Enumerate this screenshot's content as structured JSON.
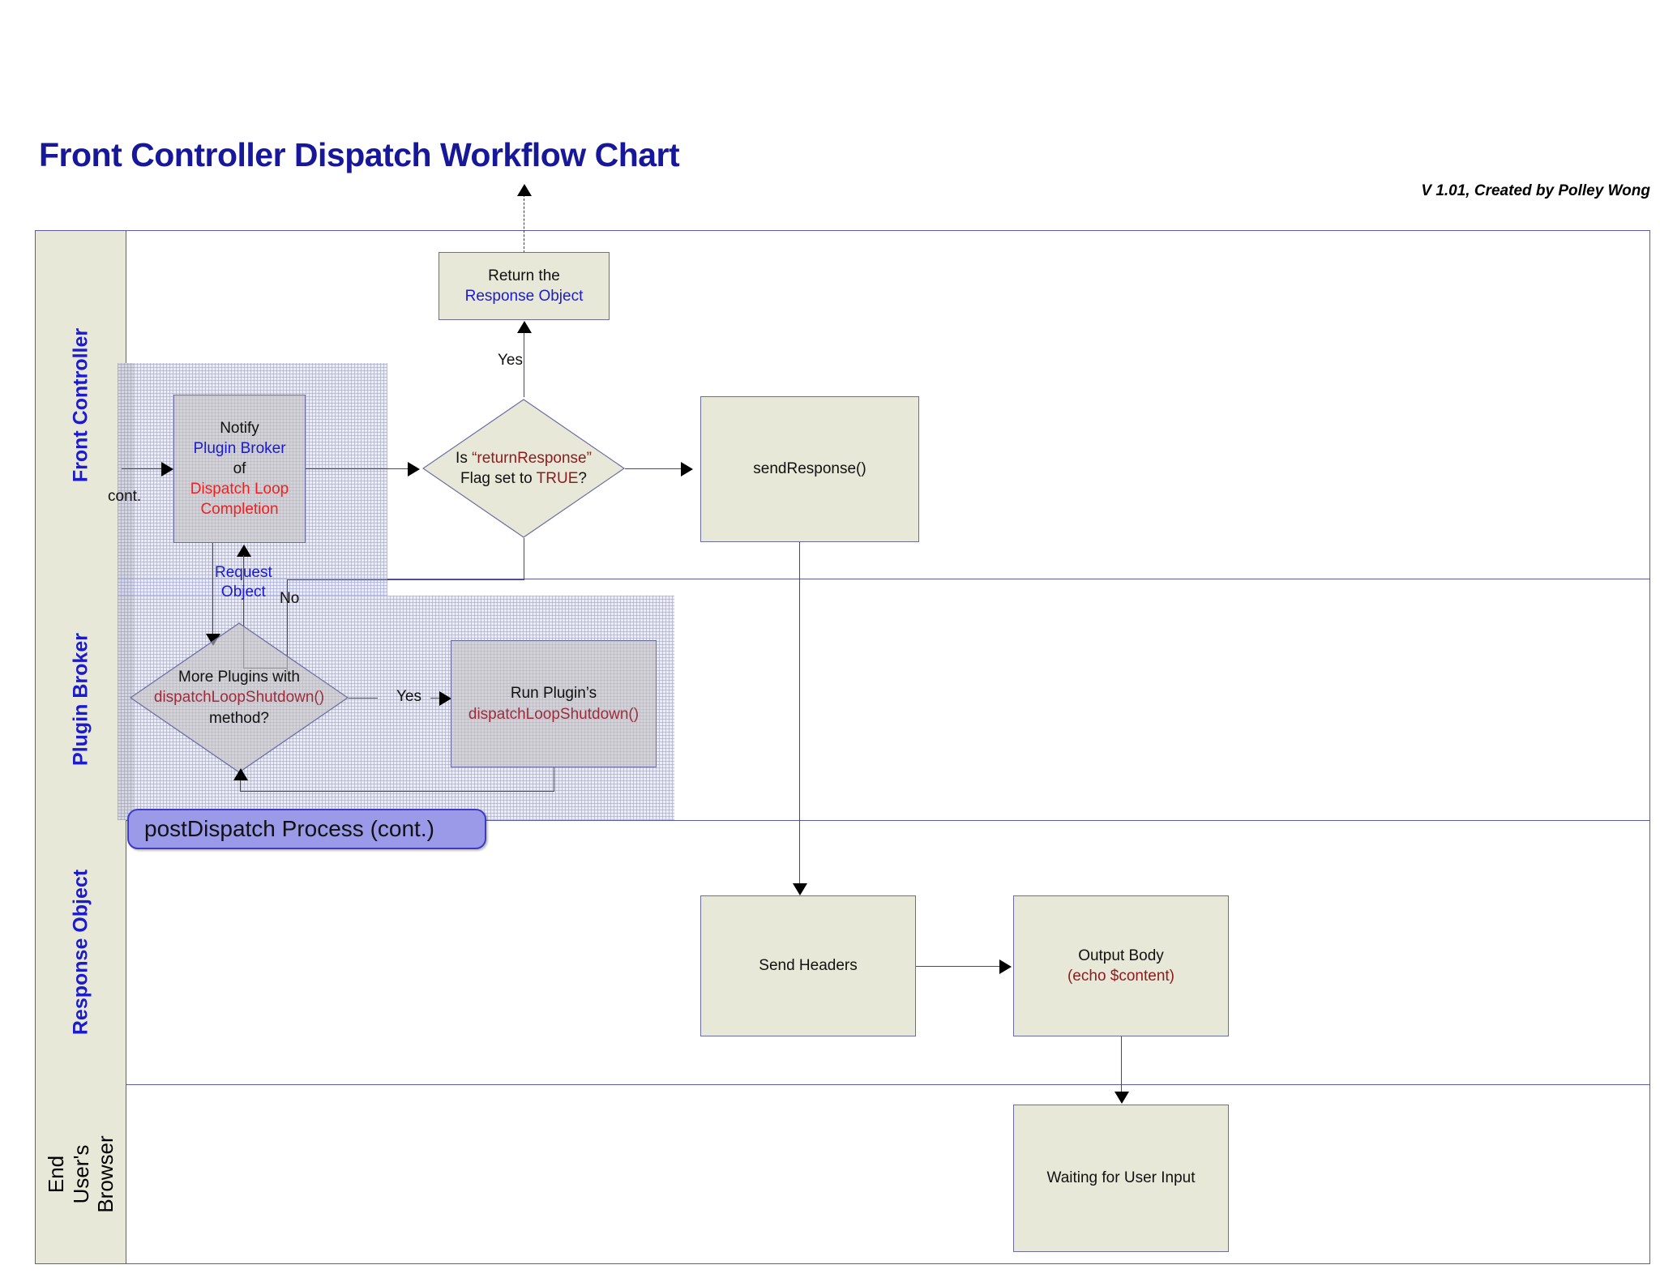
{
  "header": {
    "title": "Front Controller Dispatch Workflow Chart",
    "version": "V 1.01, Created by Polley Wong"
  },
  "lanes": [
    {
      "label": "Front Controller"
    },
    {
      "label": "Plugin Broker"
    },
    {
      "label": "Response Object"
    },
    {
      "label": "End User's\nBrowser"
    }
  ],
  "banner": {
    "label": "postDispatch Process (cont.)"
  },
  "nodes": {
    "return_response": {
      "line1": "Return the",
      "line2": "Response Object"
    },
    "notify_broker": {
      "line1": "Notify",
      "line2": "Plugin Broker",
      "line3": "of",
      "line4": "Dispatch Loop",
      "line5": "Completion"
    },
    "return_flag_decision": {
      "line1_pre": "Is ",
      "line1_em": "“returnResponse”",
      "line2_pre": "Flag set to ",
      "line2_em": "TRUE",
      "line2_post": "?"
    },
    "send_response": {
      "label": "sendResponse()"
    },
    "more_plugins_decision": {
      "line1": "More Plugins with",
      "line2": "dispatchLoopShutdown()",
      "line3": "method?"
    },
    "run_plugin": {
      "line1": "Run Plugin’s",
      "line2": "dispatchLoopShutdown()"
    },
    "send_headers": {
      "label": "Send Headers"
    },
    "output_body": {
      "line1": "Output Body",
      "line2": "(echo $content)"
    },
    "waiting_input": {
      "label": "Waiting for User Input"
    }
  },
  "edge_labels": {
    "cont": "cont.",
    "yes_top": "Yes",
    "no_left": "No",
    "yes_plugin": "Yes",
    "request_object": "Request\nObject"
  },
  "colors": {
    "title": "#171799",
    "lane_label": "#1b1bcc",
    "node_fill": "#e8e8d8",
    "node_border": "#6b6ba5",
    "banner_fill": "#9a9ae8",
    "banner_border": "#3b3bc8",
    "grid_tint": "#e9ebfa",
    "accent_red": "#ef2020",
    "accent_dark_red": "#9e2b3c",
    "connector": "#4a4a58"
  }
}
